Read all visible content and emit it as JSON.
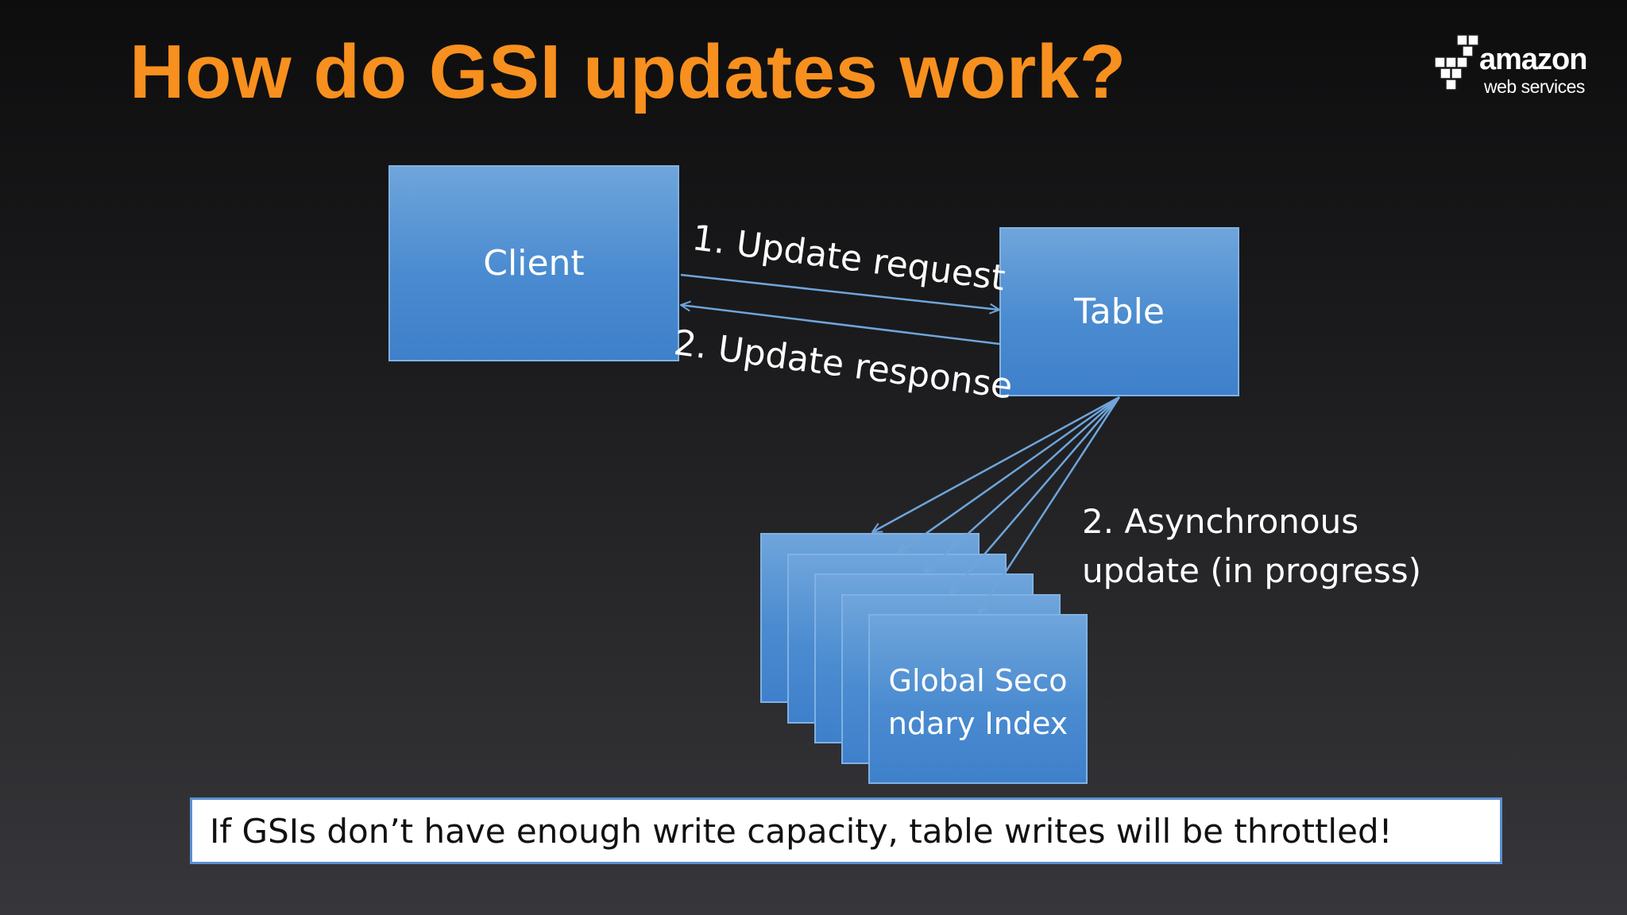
{
  "slide": {
    "title": "How do GSI updates work?",
    "logo": {
      "name": "amazon",
      "sub": "web services",
      "icon": "aws-cubes-icon"
    },
    "client_label": "Client",
    "table_label": "Table",
    "gsi_label_line1": "Global Seco",
    "gsi_label_line2": "ndary Index",
    "request_label": "1. Update request",
    "response_label": "2. Update response",
    "async_line1": "2. Asynchronous",
    "async_line2": "update (in progress)",
    "note": "If GSIs don’t have enough write capacity, table writes will be throttled!"
  },
  "colors": {
    "title": "#f7901e",
    "box_fill": "#4a8bd0",
    "arrow": "#6fa5db",
    "note_border": "#5b8fd0"
  }
}
